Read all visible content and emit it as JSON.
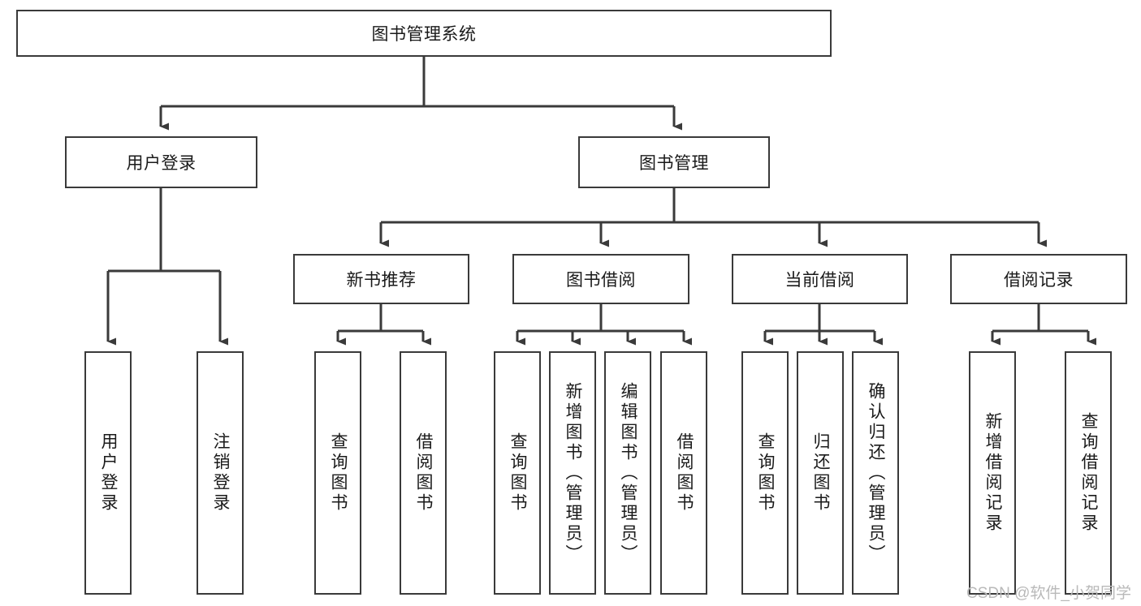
{
  "diagram": {
    "type": "tree-hierarchy",
    "title": "图书管理系统",
    "colors": {
      "background": "#ffffff",
      "box_border": "#3a3a3a",
      "box_fill": "#ffffff",
      "connector": "#3a3a3a",
      "text": "#1a1a1a",
      "watermark": "#b9b9b9"
    },
    "root": {
      "label": "图书管理系统"
    },
    "level2": [
      {
        "label": "用户登录"
      },
      {
        "label": "图书管理"
      }
    ],
    "level3": [
      {
        "label": "新书推荐"
      },
      {
        "label": "图书借阅"
      },
      {
        "label": "当前借阅"
      },
      {
        "label": "借阅记录"
      }
    ],
    "leaves": {
      "user_login": [
        {
          "label": "用户登录"
        },
        {
          "label": "注销登录"
        }
      ],
      "new_book_recommend": [
        {
          "label": "查询图书"
        },
        {
          "label": "借阅图书"
        }
      ],
      "book_borrow": [
        {
          "label": "查询图书"
        },
        {
          "label": "新增图书（管理员）"
        },
        {
          "label": "编辑图书（管理员）"
        },
        {
          "label": "借阅图书"
        }
      ],
      "current_borrow": [
        {
          "label": "查询图书"
        },
        {
          "label": "归还图书"
        },
        {
          "label": "确认归还（管理员）"
        }
      ],
      "borrow_record": [
        {
          "label": "新增借阅记录"
        },
        {
          "label": "查询借阅记录"
        }
      ]
    },
    "watermark": "CSDN @软件_小贺同学"
  }
}
